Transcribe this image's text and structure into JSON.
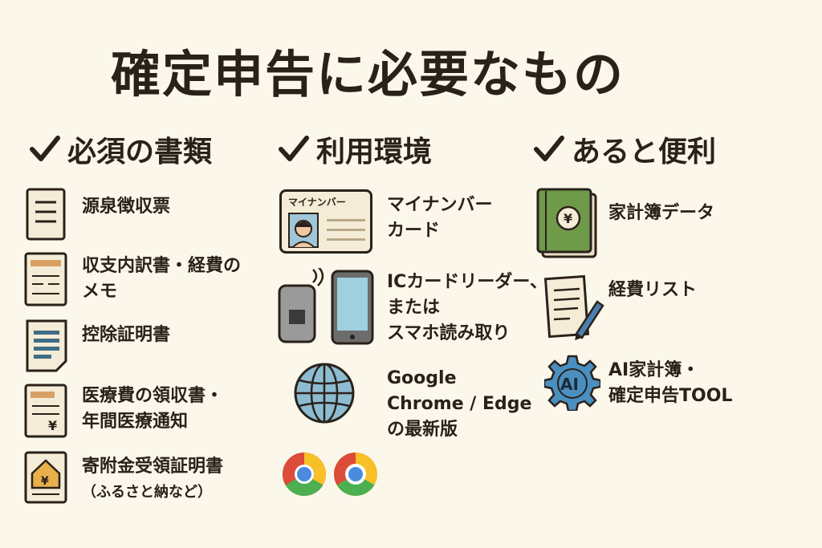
{
  "title": "確定申告に必要なもの",
  "columns": [
    {
      "heading": "必須の書類",
      "items": [
        {
          "lines": [
            "源泉徴収票"
          ],
          "icon": "document-icon"
        },
        {
          "lines": [
            "収支内訳書・経費の",
            "メモ"
          ],
          "icon": "ledger-memo-icon"
        },
        {
          "lines": [
            "控除証明書"
          ],
          "icon": "certificate-icon"
        },
        {
          "lines": [
            "医療費の領収書・",
            "年間医療通知"
          ],
          "icon": "receipt-yen-icon"
        },
        {
          "lines": [
            "寄附金受領証明書",
            "（ふるさと納など）"
          ],
          "icon": "donation-house-icon"
        }
      ]
    },
    {
      "heading": "利用環境",
      "items": [
        {
          "lines": [
            "マイナンバー",
            "カード"
          ],
          "icon": "id-card-icon",
          "card_text": "マイナンバー"
        },
        {
          "lines": [
            "ICカードリーダー、",
            "または",
            "スマホ読み取り"
          ],
          "icon": "card-reader-phone-icon"
        },
        {
          "lines": [
            "Google",
            "Chrome / Edge",
            "の最新版"
          ],
          "icon": "globe-icon"
        },
        {
          "lines": [],
          "icon": "browser-logos-icon"
        }
      ]
    },
    {
      "heading": "あると便利",
      "items": [
        {
          "lines": [
            "家計簿データ"
          ],
          "icon": "household-book-icon",
          "badge": "¥"
        },
        {
          "lines": [
            "経費リスト"
          ],
          "icon": "list-pen-icon"
        },
        {
          "lines": [
            "AI家計簿・",
            "確定申告TOOL"
          ],
          "icon": "ai-gear-icon",
          "badge": "AI"
        }
      ]
    }
  ],
  "colors": {
    "background": "#fbf7ea",
    "text": "#2a211a",
    "green": "#5e8a3f",
    "blue": "#7fb2c9",
    "paper": "#f4ecd6"
  }
}
